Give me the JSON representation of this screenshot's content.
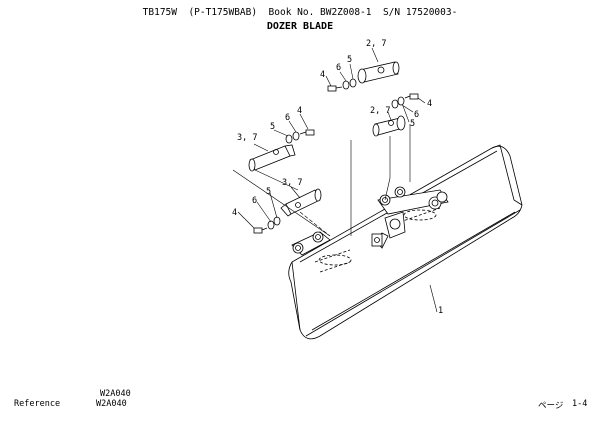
{
  "header": {
    "model": "TB175W",
    "model_code": "(P-T175WBAB)",
    "book_label": "Book No. BW2Z008-1",
    "serial_label": "S/N 17520003-",
    "title": "DOZER BLADE"
  },
  "callouts": {
    "blade": "1",
    "pin_upper": "2, 7",
    "pin_mid_right": "2, 7",
    "pin_left": "3, 7",
    "pin_lower": "3, 7",
    "bolt": "4",
    "washer": "5",
    "lock_washer": "6"
  },
  "footer": {
    "ref_code_top": "W2A040",
    "reference_label": "Reference",
    "reference_value": "W2A040",
    "page_label": "ページ",
    "page_number": "1-4"
  }
}
